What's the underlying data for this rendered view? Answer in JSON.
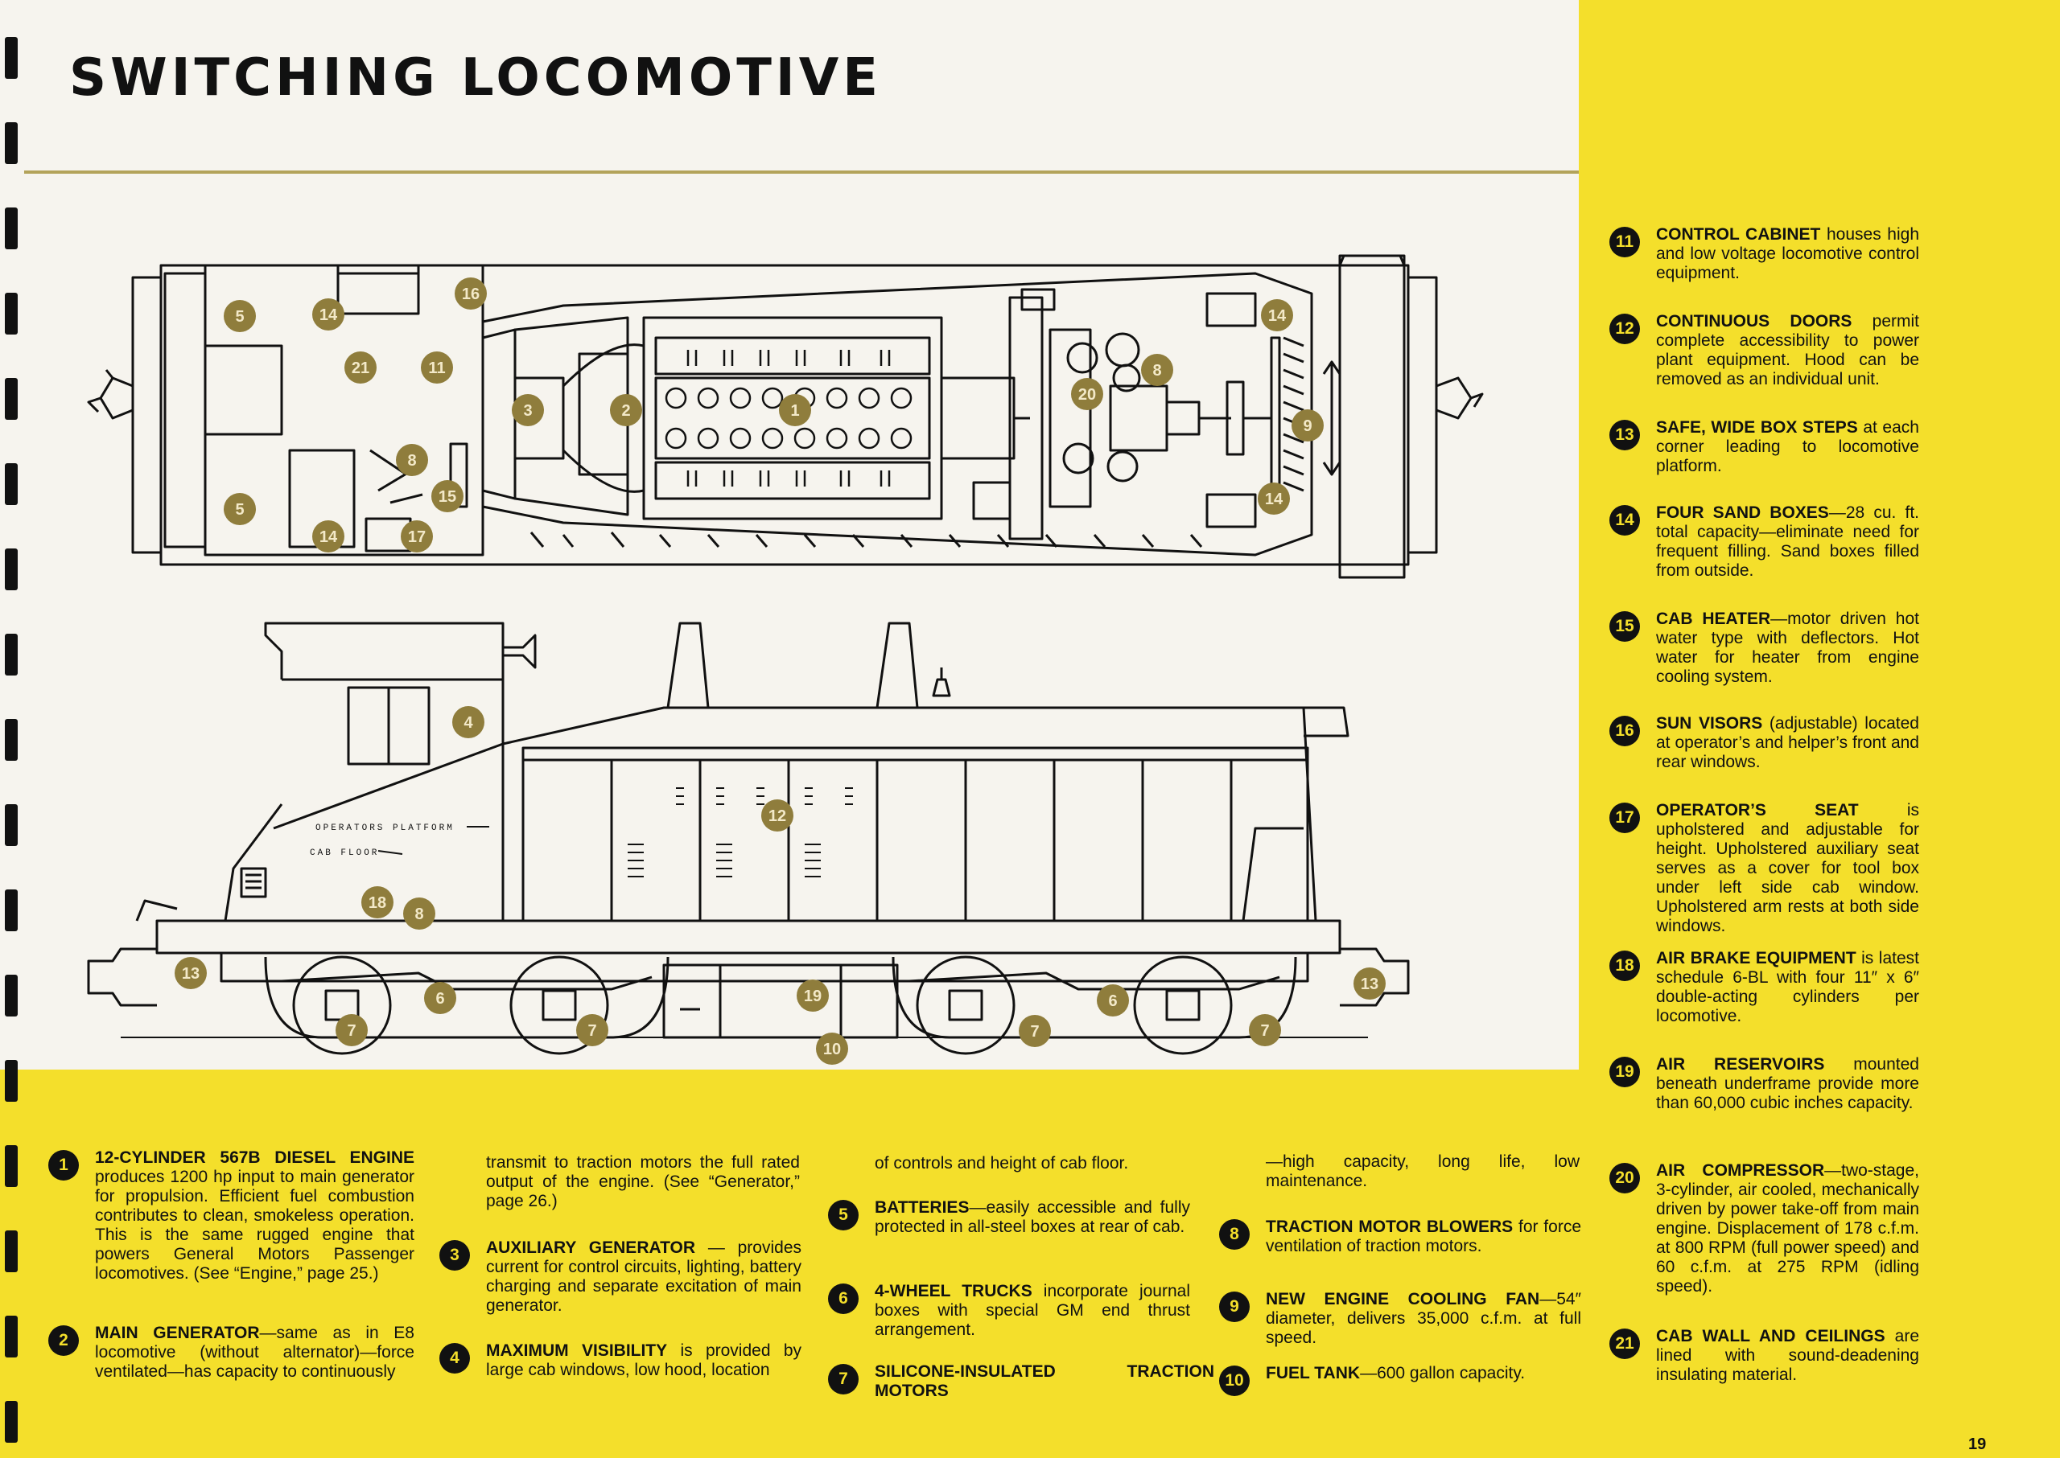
{
  "page": {
    "title": "SWITCHING LOCOMOTIVE",
    "page_number": "19",
    "colors": {
      "yellow": "#f4df2b",
      "callout": "#8f7d3c",
      "paper": "#f6f4ee",
      "ink": "#111111"
    }
  },
  "diagram": {
    "labels": {
      "operators_platform": "OPERATORS PLATFORM",
      "cab_floor": "CAB FLOOR"
    },
    "callouts": {
      "plan_5a": "5",
      "plan_5b": "5",
      "plan_14a": "14",
      "plan_21": "21",
      "plan_11": "11",
      "plan_16": "16",
      "plan_3": "3",
      "plan_2": "2",
      "plan_1": "1",
      "plan_8a": "8",
      "plan_15": "15",
      "plan_14b": "14",
      "plan_17": "17",
      "plan_20": "20",
      "plan_8b": "8",
      "plan_9": "9",
      "plan_14c": "14",
      "plan_14d": "14",
      "side_4": "4",
      "side_12": "12",
      "side_18": "18",
      "side_8": "8",
      "side_13a": "13",
      "side_6a": "6",
      "side_7a": "7",
      "side_7b": "7",
      "side_19": "19",
      "side_10": "10",
      "side_7c": "7",
      "side_6b": "6",
      "side_7d": "7",
      "side_13b": "13"
    }
  },
  "legend": {
    "items": [
      {
        "num": "1",
        "head": "12-CYLINDER 567B DIESEL ENGINE",
        "body": " produces 1200 hp input to main generator for propulsion. Efficient fuel combustion contributes to clean, smokeless operation. This is the same rugged engine that powers General Motors Passenger locomotives. (See “Engine,” page 25.)"
      },
      {
        "num": "2",
        "head": "MAIN GENERATOR",
        "body": "—same as in E8 locomotive (without alternator)—force ventilated—has capacity to continuously"
      },
      {
        "cont": "transmit to traction motors the full rated output of the engine. (See “Generator,” page 26.)"
      },
      {
        "num": "3",
        "head": "AUXILIARY GENERATOR",
        "body": " — provides current for control circuits, lighting, battery charging and separate excitation of main generator."
      },
      {
        "num": "4",
        "head": "MAXIMUM VISIBILITY",
        "body": " is provided by large cab windows, low hood, location"
      },
      {
        "cont": "of controls and height of cab floor."
      },
      {
        "num": "5",
        "head": "BATTERIES",
        "body": "—easily accessible and fully protected in all-steel boxes at rear of cab."
      },
      {
        "num": "6",
        "head": "4-WHEEL TRUCKS",
        "body": " incorporate journal boxes with special GM end thrust arrangement."
      },
      {
        "num": "7",
        "head": "SILICONE-INSULATED TRACTION MOTORS",
        "body": ""
      },
      {
        "cont": "—high capacity, long life, low maintenance."
      },
      {
        "num": "8",
        "head": "TRACTION MOTOR BLOWERS",
        "body": " for force ventilation of traction motors."
      },
      {
        "num": "9",
        "head": "NEW ENGINE COOLING FAN",
        "body": "—54″ diameter, delivers 35,000 c.f.m. at full speed."
      },
      {
        "num": "10",
        "head": "FUEL TANK",
        "body": "—600 gallon capacity."
      },
      {
        "num": "11",
        "head": "CONTROL CABINET",
        "body": " houses high and low voltage locomotive control equipment."
      },
      {
        "num": "12",
        "head": "CONTINUOUS DOORS",
        "body": " permit complete accessibility to power plant equipment. Hood can be removed as an individual unit."
      },
      {
        "num": "13",
        "head": "SAFE, WIDE BOX STEPS",
        "body": " at each corner leading to locomotive platform."
      },
      {
        "num": "14",
        "head": "FOUR SAND BOXES",
        "body": "—28 cu. ft. total capacity—eliminate need for frequent filling. Sand boxes filled from outside."
      },
      {
        "num": "15",
        "head": "CAB HEATER",
        "body": "—motor driven hot water type with deflectors. Hot water for heater from engine cooling system."
      },
      {
        "num": "16",
        "head": "SUN VISORS",
        "body": " (adjustable) located at operator’s and helper’s front and rear windows."
      },
      {
        "num": "17",
        "head": "OPERATOR’S SEAT",
        "body": " is upholstered and adjustable for height. Upholstered auxiliary seat serves as a cover for tool box under left side cab window. Upholstered arm rests at both side windows."
      },
      {
        "num": "18",
        "head": "AIR BRAKE EQUIPMENT",
        "body": " is latest schedule 6-BL with four 11″ x 6″ double-acting cylinders per locomotive."
      },
      {
        "num": "19",
        "head": "AIR RESERVOIRS",
        "body": " mounted beneath underframe provide more than 60,000 cubic inches capacity."
      },
      {
        "num": "20",
        "head": "AIR COMPRESSOR",
        "body": "—two-stage, 3-cylinder, air cooled, mechanically driven by power take-off from main engine. Displacement of 178 c.f.m. at 800 RPM (full power speed) and 60 c.f.m. at 275 RPM (idling speed)."
      },
      {
        "num": "21",
        "head": "CAB WALL AND CEILINGS",
        "body": " are lined with sound-deadening insulating material."
      }
    ]
  }
}
